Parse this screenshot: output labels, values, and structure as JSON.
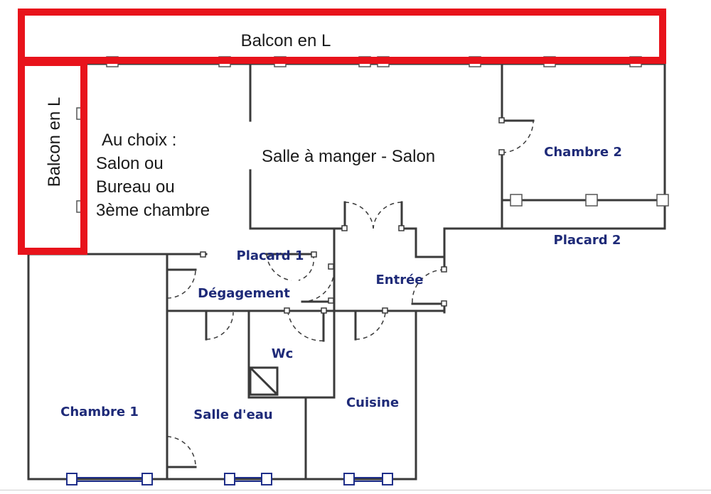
{
  "labels": {
    "balcon_top": "Balcon en L",
    "balcon_left": "Balcon en L",
    "choice_line1": "Au choix :",
    "choice_line2": "Salon ou",
    "choice_line3": "Bureau ou",
    "choice_line4": "3ème chambre",
    "salle_manger": "Salle à manger - Salon"
  },
  "rooms": {
    "chambre2": "Chambre 2",
    "placard2": "Placard 2",
    "placard1": "Placard 1",
    "entree": "Entrée",
    "degagement": "Dégagement",
    "wc": "Wc",
    "chambre1": "Chambre 1",
    "salle_eau": "Salle d'eau",
    "cuisine": "Cuisine"
  },
  "colors": {
    "highlight": "#e8131b",
    "room_label": "#1e2a78",
    "wall": "#3a3a3a"
  }
}
